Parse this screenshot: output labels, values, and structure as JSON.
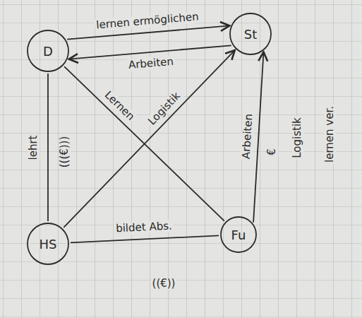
{
  "diagram": {
    "nodes": [
      {
        "text": [
          "D"
        ]
      },
      {
        "text": [
          "St"
        ]
      },
      {
        "text": [
          "HS"
        ]
      },
      {
        "text": [
          "Fu"
        ]
      }
    ],
    "edges": [
      {
        "from": 0,
        "to": 1,
        "label": "lernen ermöglichen",
        "arrow": "to"
      },
      {
        "from": 1,
        "to": 0,
        "label": "Arbeiten",
        "arrow": "to"
      },
      {
        "from": 2,
        "to": 0,
        "label": "lehrt",
        "arrow": "none"
      },
      {
        "from": 0,
        "to": 3,
        "label": "Lernen",
        "arrow": "none"
      },
      {
        "from": 2,
        "to": 1,
        "label": "Logistik",
        "arrow": "to"
      },
      {
        "from": 2,
        "to": 3,
        "label": "bildet Abs.",
        "arrow": "none"
      },
      {
        "from": 3,
        "to": 1,
        "label": "Arbeiten",
        "arrow": "to"
      }
    ],
    "labels": [
      "(((€)))",
      "((€))",
      "€",
      "Logistik",
      "lernen ver."
    ]
  }
}
